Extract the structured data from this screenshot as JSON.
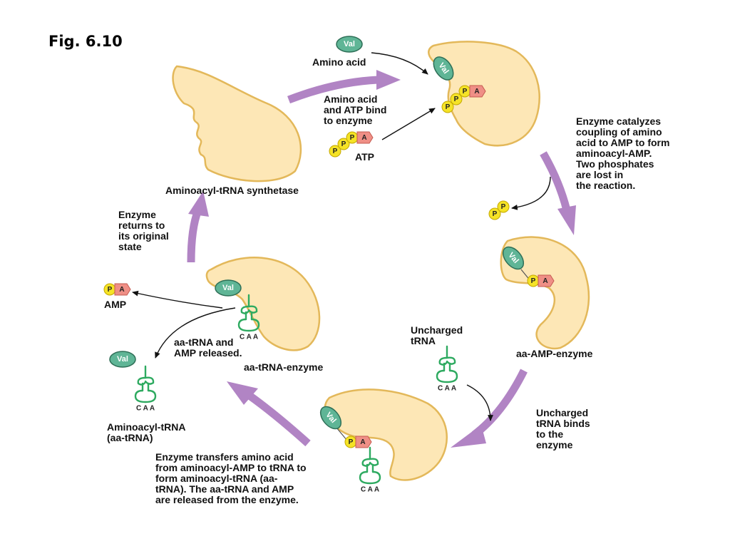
{
  "figure": {
    "title": "Fig. 6.10"
  },
  "labels": {
    "amino_acid": "Amino acid",
    "amino_acid_atp_bind": "Amino acid\nand ATP bind\nto enzyme",
    "atp": "ATP",
    "synthetase": "Aminoacyl-tRNA synthetase",
    "catalyzes": "Enzyme catalyzes\ncoupling of amino\nacid to AMP to form\naminoacyl-AMP.\nTwo phosphates\nare lost in\nthe reaction.",
    "returns": "Enzyme\nreturns to\nits original\nstate",
    "amp": "AMP",
    "aa_trna_amp_released": "aa-tRNA and\nAMP released.",
    "aa_trna_enzyme": "aa-tRNA-enzyme",
    "uncharged_trna": "Uncharged\ntRNA",
    "aa_amp_enzyme": "aa-AMP-enzyme",
    "uncharged_binds": "Uncharged\ntRNA binds\nto the\nenzyme",
    "aminoacyl_trna": "Aminoacyl-tRNA\n(aa-tRNA)",
    "transfers": "Enzyme transfers amino acid\nfrom aminoacyl-AMP to tRNA to\nform aminoacyl-tRNA (aa-\ntRNA). The aa-tRNA and AMP\nare released from the enzyme."
  },
  "molecules": {
    "val": "Val",
    "phosphate": "P",
    "adenosine": "A",
    "anticodon": "C A A"
  },
  "colors": {
    "enzyme_fill": "#fde7b6",
    "enzyme_stroke": "#e3b85a",
    "cycle_arrow": "#b184c4",
    "val_fill": "#5fb596",
    "val_stroke": "#2e6f57",
    "phosphate_fill": "#f5e326",
    "adenosine_fill": "#ef8f86",
    "trna_green": "#2eaa60"
  }
}
